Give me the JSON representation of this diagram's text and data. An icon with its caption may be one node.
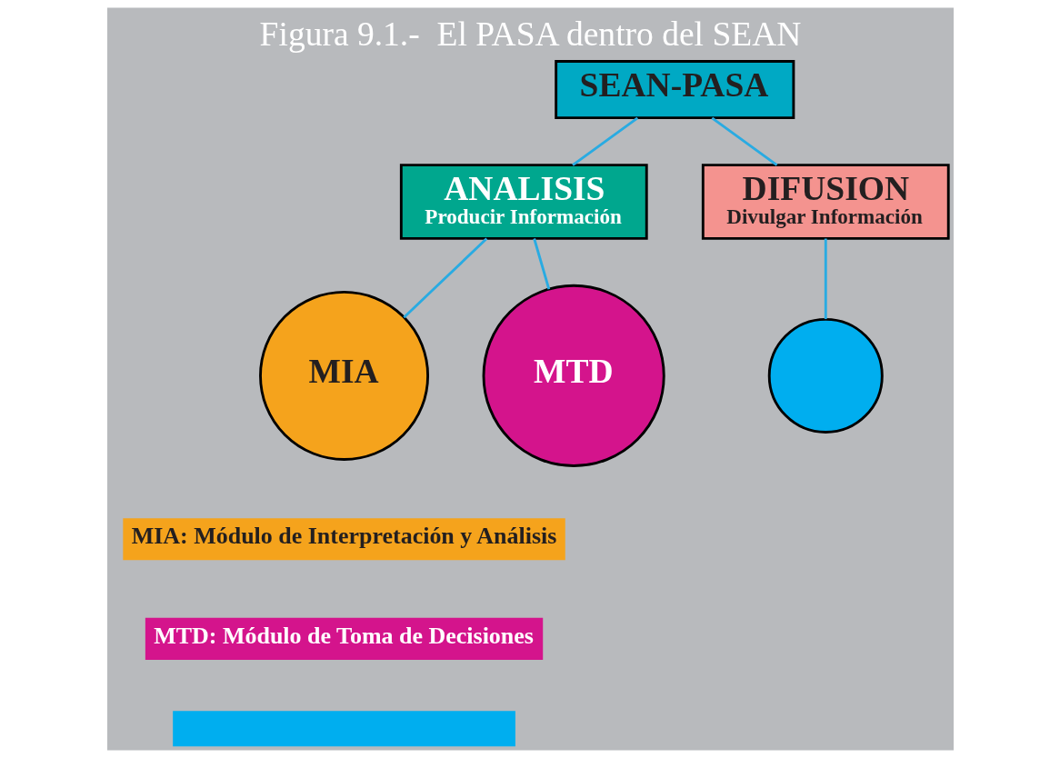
{
  "diagram": {
    "title": "Figura 9.1.-  El PASA dentro del SEAN",
    "nodes": [
      {
        "text": [
          "SEAN-PASA"
        ]
      },
      {
        "text": [
          "ANALISIS",
          "Producir Información"
        ]
      },
      {
        "text": [
          "DIFUSION",
          "Divulgar Información"
        ]
      },
      {
        "text": [
          "MIA"
        ]
      },
      {
        "text": [
          "MTD"
        ]
      },
      {
        "text": [],
        "shape": "circle"
      },
      {
        "text": [],
        "shape": "bar"
      }
    ],
    "edges": [
      {
        "from": 0,
        "to": 1,
        "arrow": "none"
      },
      {
        "from": 0,
        "to": 2,
        "arrow": "none"
      },
      {
        "from": 1,
        "to": 3,
        "arrow": "none"
      },
      {
        "from": 1,
        "to": 4,
        "arrow": "none"
      },
      {
        "from": 2,
        "to": 5,
        "arrow": "none"
      }
    ],
    "legend": [
      {
        "text": "MIA: Módulo de Interpretación y Análisis",
        "color": "#f5a31c"
      },
      {
        "text": "MTD: Módulo de Toma de Decisiones",
        "color": "#d4148c"
      }
    ]
  }
}
